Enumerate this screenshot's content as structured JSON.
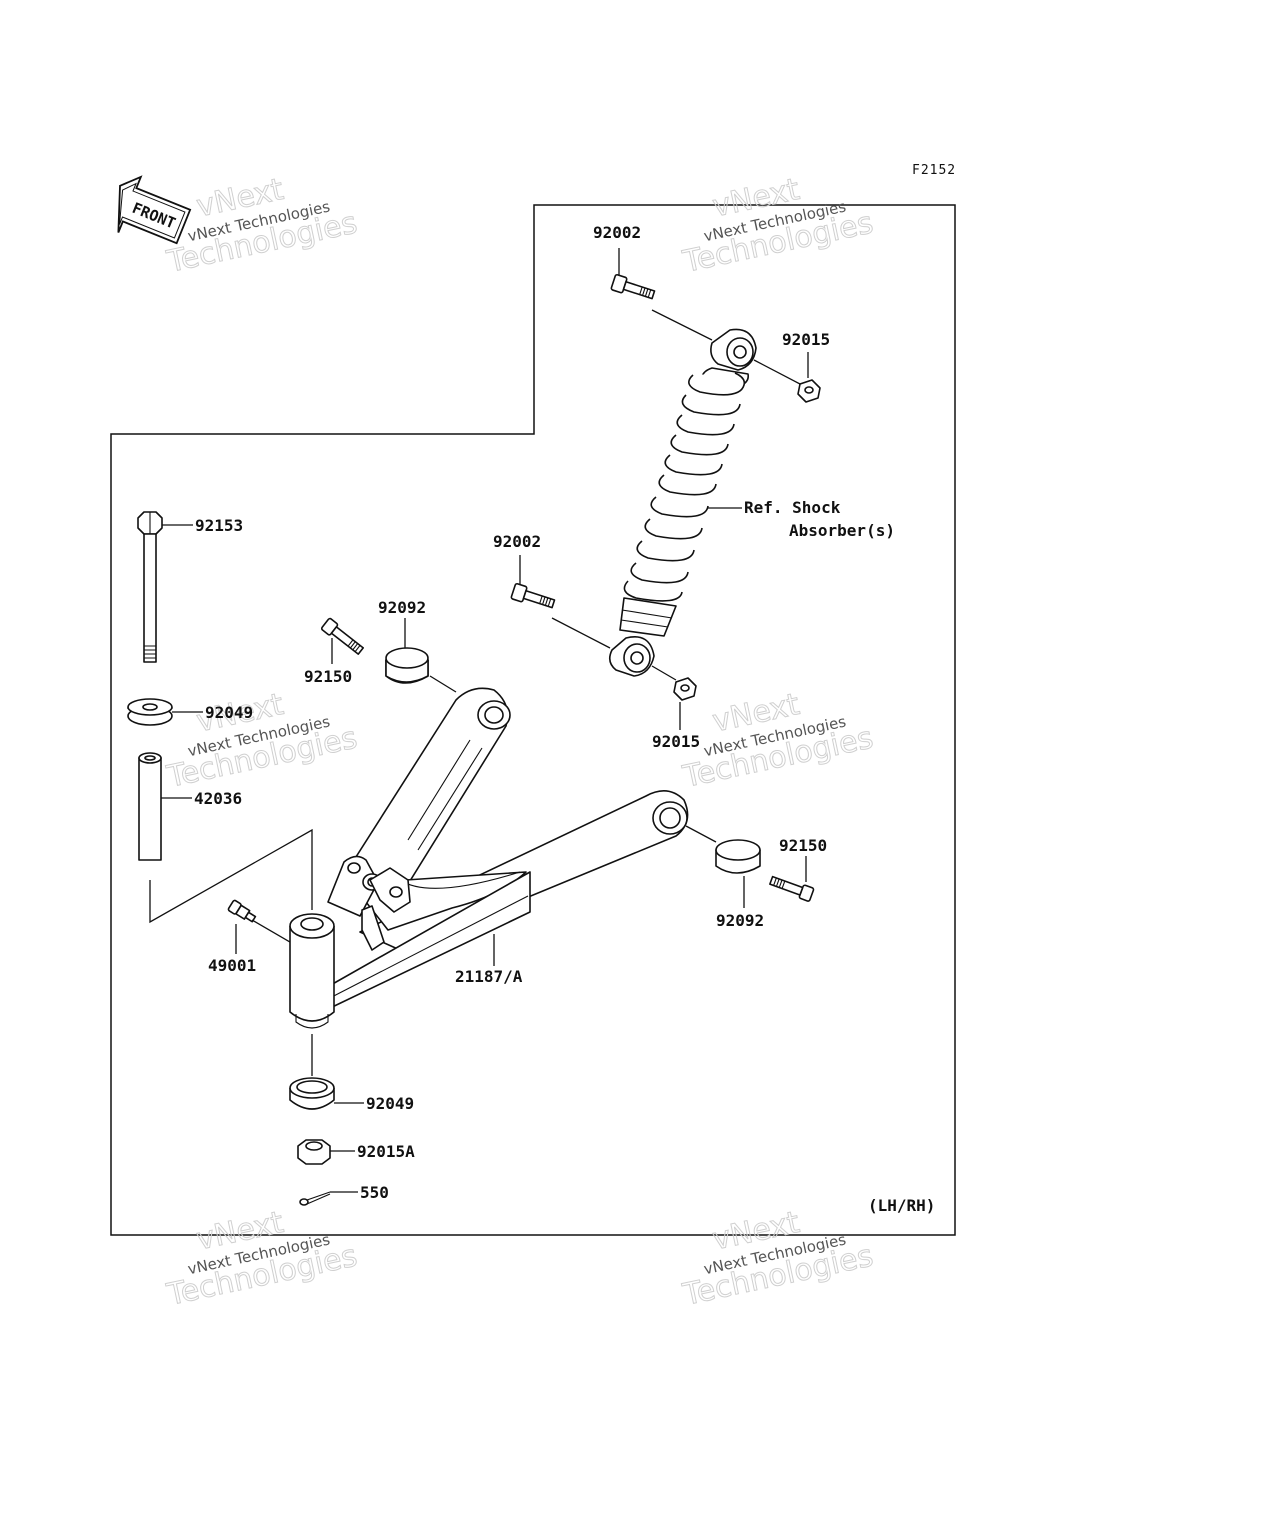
{
  "figure_code": "F2152",
  "front_marker": "FRONT",
  "side_note": "(LH/RH)",
  "watermark": {
    "line1": "vNext",
    "line2": "vNext Technologies",
    "line3": "Technologies"
  },
  "callouts": {
    "bolt_upper_shock": "92002",
    "nut_upper_shock": "92015",
    "shock_ref_line1": "Ref. Shock",
    "shock_ref_line2": "Absorber(s)",
    "bolt_lower_shock": "92002",
    "nut_lower_shock": "92015",
    "pivot_bolt": "92153",
    "washer_top": "92049",
    "sleeve": "42036",
    "bushing_front": "92092",
    "bolt_front": "92150",
    "bushing_rear": "92092",
    "bolt_rear": "92150",
    "grease_nipple": "49001",
    "arm": "21187/A",
    "seal_bottom": "92049",
    "nut_bottom": "92015A",
    "cotter_pin": "550"
  }
}
